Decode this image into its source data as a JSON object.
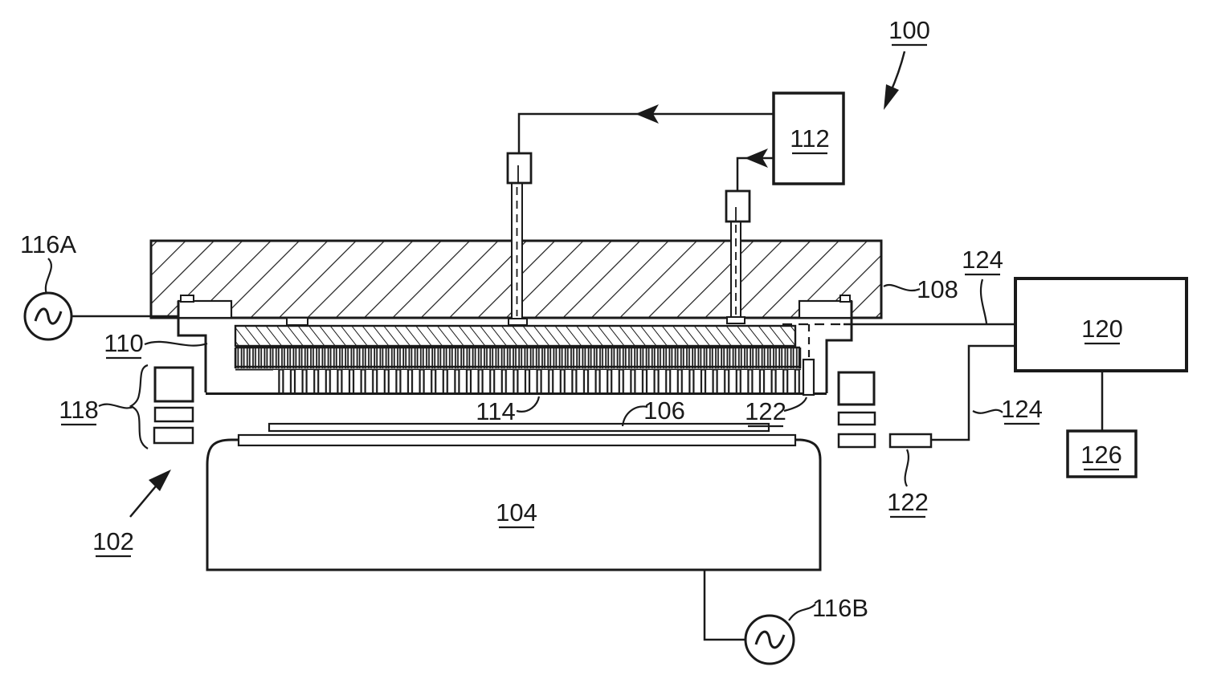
{
  "figure": {
    "colors": {
      "ink": "#1a1a1a",
      "paper": "#ffffff"
    },
    "labels": {
      "ref100": "100",
      "ref102": "102",
      "ref104": "104",
      "ref106": "106",
      "ref108": "108",
      "ref110": "110",
      "ref112": "112",
      "ref114": "114",
      "ref116a": "116A",
      "ref116b": "116B",
      "ref118": "118",
      "ref120": "120",
      "ref122a": "122",
      "ref122b": "122",
      "ref124a": "124",
      "ref124b": "124",
      "ref126": "126"
    }
  }
}
